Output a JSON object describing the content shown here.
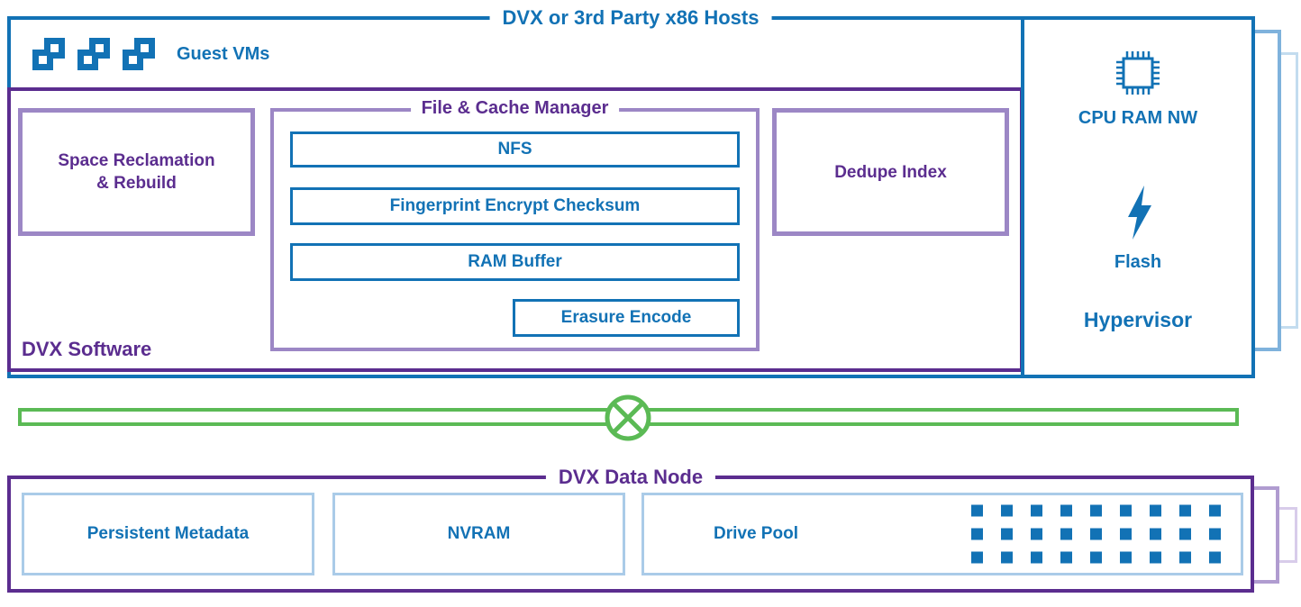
{
  "host": {
    "title": "DVX or 3rd Party x86 Hosts",
    "guest_vms_label": "Guest VMs"
  },
  "software": {
    "label": "DVX Software",
    "space_reclamation_label": "Space Reclamation\n& Rebuild",
    "file_cache_manager": {
      "title": "File & Cache Manager",
      "items": [
        "NFS",
        "Fingerprint Encrypt Checksum",
        "RAM Buffer",
        "Erasure Encode"
      ]
    },
    "dedupe_index_label": "Dedupe Index"
  },
  "hypervisor": {
    "cpu_label": "CPU RAM NW",
    "flash_label": "Flash",
    "label": "Hypervisor"
  },
  "data_node": {
    "title": "DVX Data Node",
    "persistent_metadata_label": "Persistent Metadata",
    "nvram_label": "NVRAM",
    "drive_pool_label": "Drive Pool",
    "drive_pool_grid": {
      "rows": 3,
      "cols": 9
    }
  },
  "colors": {
    "blue": "#1272B5",
    "purple": "#5B2D8F",
    "light_purple": "#9C87C5",
    "light_blue": "#AACBE8",
    "green": "#5BBA55"
  }
}
